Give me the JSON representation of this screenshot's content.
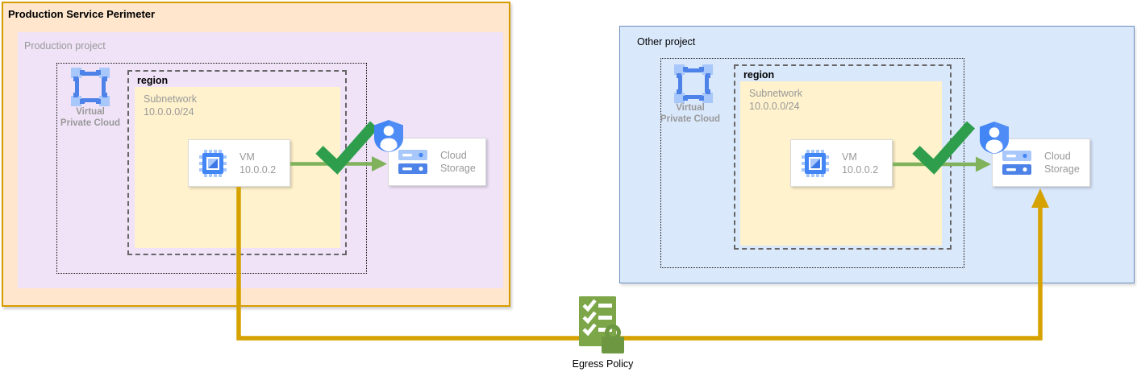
{
  "colors": {
    "perimeter_fill": "#FFE6CC",
    "perimeter_stroke": "#D79B00",
    "project_fill": "#F0E3F8",
    "other_fill": "#DAE8FC",
    "other_stroke": "#6C8EBF",
    "subnet_fill": "#FFF2CC",
    "node_border": "#D9D9D9",
    "text_gray": "#999999",
    "region_dash": "#666666",
    "arrow_green": "#7FB25B",
    "check_green": "#2E9E4C",
    "line_gold": "#D6A200",
    "egress_green": "#7CA648",
    "egress_green_dark": "#6D9740",
    "icon_blue": "#4285F4",
    "icon_blue_mid": "#4D82E8",
    "icon_blue_light": "#A8C7FA",
    "icon_blue_dark": "#3B78E7"
  },
  "left": {
    "perimeter_title": "Production Service Perimeter",
    "project_label": "Production project",
    "vpc_line1": "Virtual",
    "vpc_line2": "Private Cloud",
    "region_label": "region",
    "subnet_line1": "Subnetwork",
    "subnet_line2": "10.0.0.0/24",
    "vm_name": "VM",
    "vm_ip": "10.0.0.2",
    "storage_line1": "Cloud",
    "storage_line2": "Storage"
  },
  "right": {
    "project_label": "Other project",
    "vpc_line1": "Virtual",
    "vpc_line2": "Private Cloud",
    "region_label": "region",
    "subnet_line1": "Subnetwork",
    "subnet_line2": "10.0.0.0/24",
    "vm_name": "VM",
    "vm_ip": "10.0.0.2",
    "storage_line1": "Cloud",
    "storage_line2": "Storage"
  },
  "egress": {
    "label": "Egress Policy"
  },
  "icons": {
    "vpc-icon": "four corner nodes joined in a square",
    "vm-icon": "compute chip with split square core",
    "storage-icon": "two stacked storage bars",
    "identity-shield-icon": "blue shield with person",
    "checkmark-icon": "green allowed checkmark",
    "egress-policy-icon": "green checklist with padlock"
  }
}
